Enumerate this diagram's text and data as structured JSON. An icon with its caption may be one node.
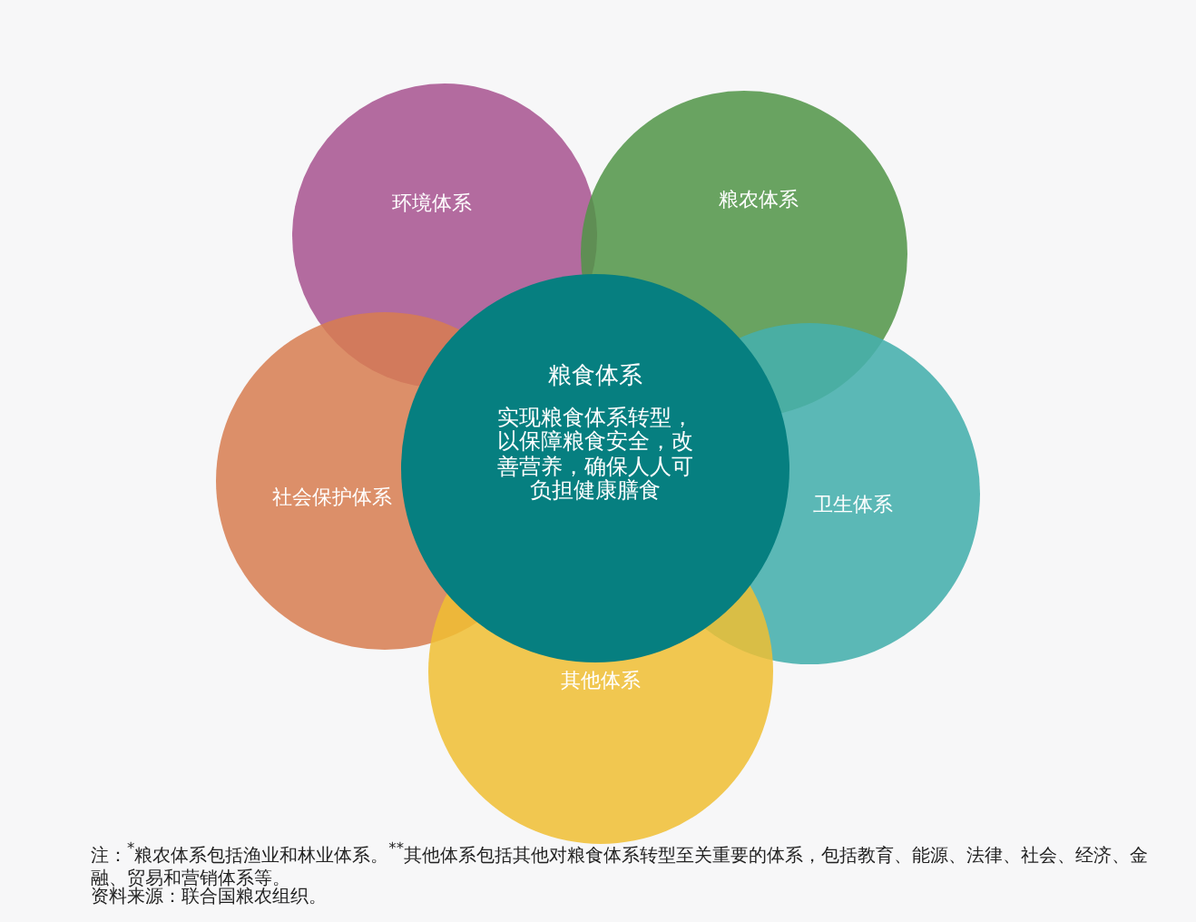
{
  "diagram": {
    "nodes": [
      {
        "text": [
          "环境体系"
        ]
      },
      {
        "text": [
          "粮农体系"
        ]
      },
      {
        "text": [
          "粮食体系",
          "实现粮食体系转型，以保障粮食安全，改善营养，确保人人可负担健康膳食"
        ]
      },
      {
        "text": [
          "社会保护体系"
        ]
      },
      {
        "text": [
          "卫生体系"
        ]
      },
      {
        "text": [
          "其他体系"
        ]
      }
    ],
    "edges": [],
    "labels": [
      "注：$^{*}$粮农体系包括渔业和林业体系。$^{**}$其他体系包括其他对粮食体系转型至关重要的体系，包括教育、能源、法律、社会、经济、金融、贸易和营销体系等。",
      "资料来源：联合国粮农组织。"
    ]
  }
}
